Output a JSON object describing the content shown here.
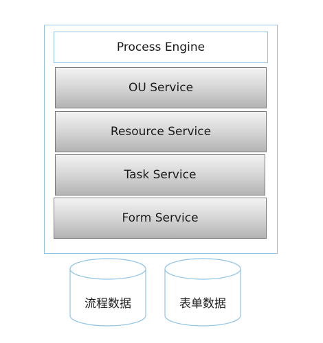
{
  "diagram": {
    "engine": {
      "label": "Process Engine"
    },
    "services": [
      {
        "label": "OU Service"
      },
      {
        "label": "Resource Service"
      },
      {
        "label": "Task Service"
      },
      {
        "label": "Form Service"
      }
    ],
    "databases": [
      {
        "label": "流程数据"
      },
      {
        "label": "表单数据"
      }
    ]
  },
  "colors": {
    "frame_border": "#8fc3e6",
    "service_border": "#7a7a7a",
    "service_gradient_top": "#f2f2f2",
    "service_gradient_bottom": "#b3b3b3",
    "text": "#1a1a1a"
  }
}
